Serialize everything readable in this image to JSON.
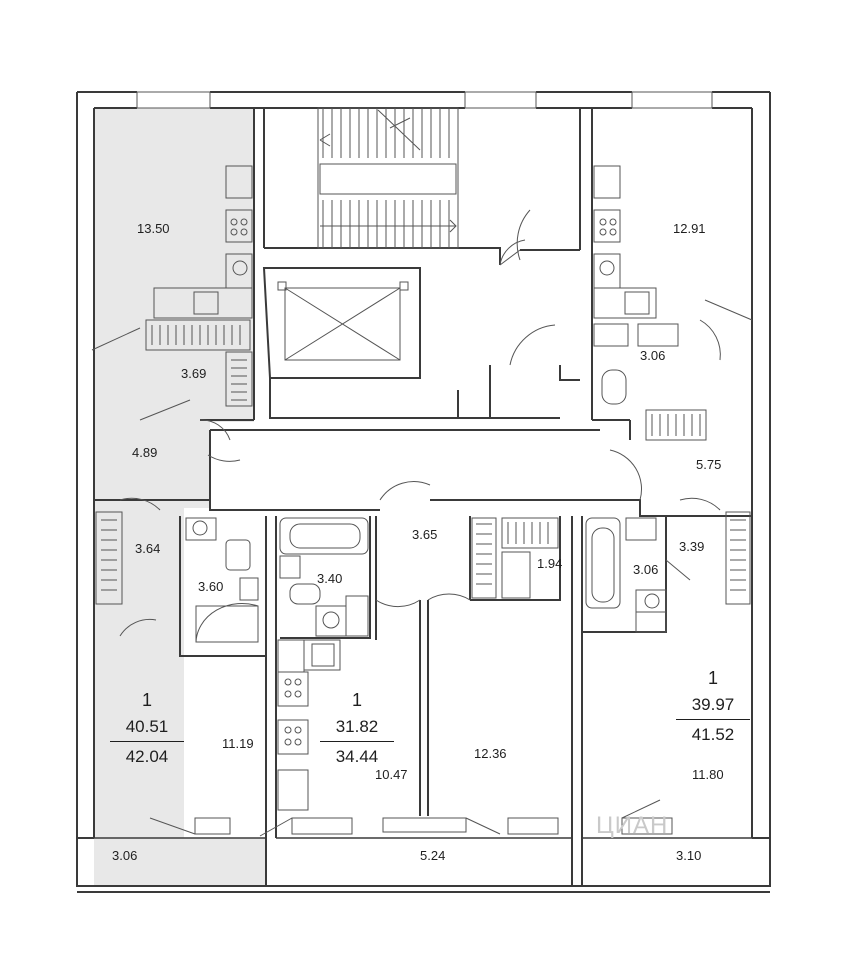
{
  "units": [
    {
      "id": "left",
      "rooms": "1",
      "area_living": "40.51",
      "area_total": "42.04"
    },
    {
      "id": "middle",
      "rooms": "1",
      "area_living": "31.82",
      "area_total": "34.44"
    },
    {
      "id": "right",
      "rooms": "1",
      "area_living": "39.97",
      "area_total": "41.52"
    }
  ],
  "room_areas": {
    "left_kitchen": "13.50",
    "left_wardrobe": "3.69",
    "left_hall": "4.89",
    "left_corridor": "3.64",
    "left_bath": "3.60",
    "left_room": "11.19",
    "left_balcony": "3.06",
    "middle_bath": "3.40",
    "middle_hall": "3.65",
    "middle_kitchen": "10.47",
    "studio_closet": "1.94",
    "studio_room": "12.36",
    "middle_balcony": "5.24",
    "right_kitchen": "12.91",
    "right_wc": "3.06",
    "right_hall": "5.75",
    "right_corridor": "3.39",
    "right_bath": "3.06",
    "right_room": "11.80",
    "right_balcony": "3.10"
  },
  "colors": {
    "wall": "#3a3a3a",
    "line": "#555555",
    "highlight": "#e8e8e8"
  },
  "watermark": "ЦИАН"
}
